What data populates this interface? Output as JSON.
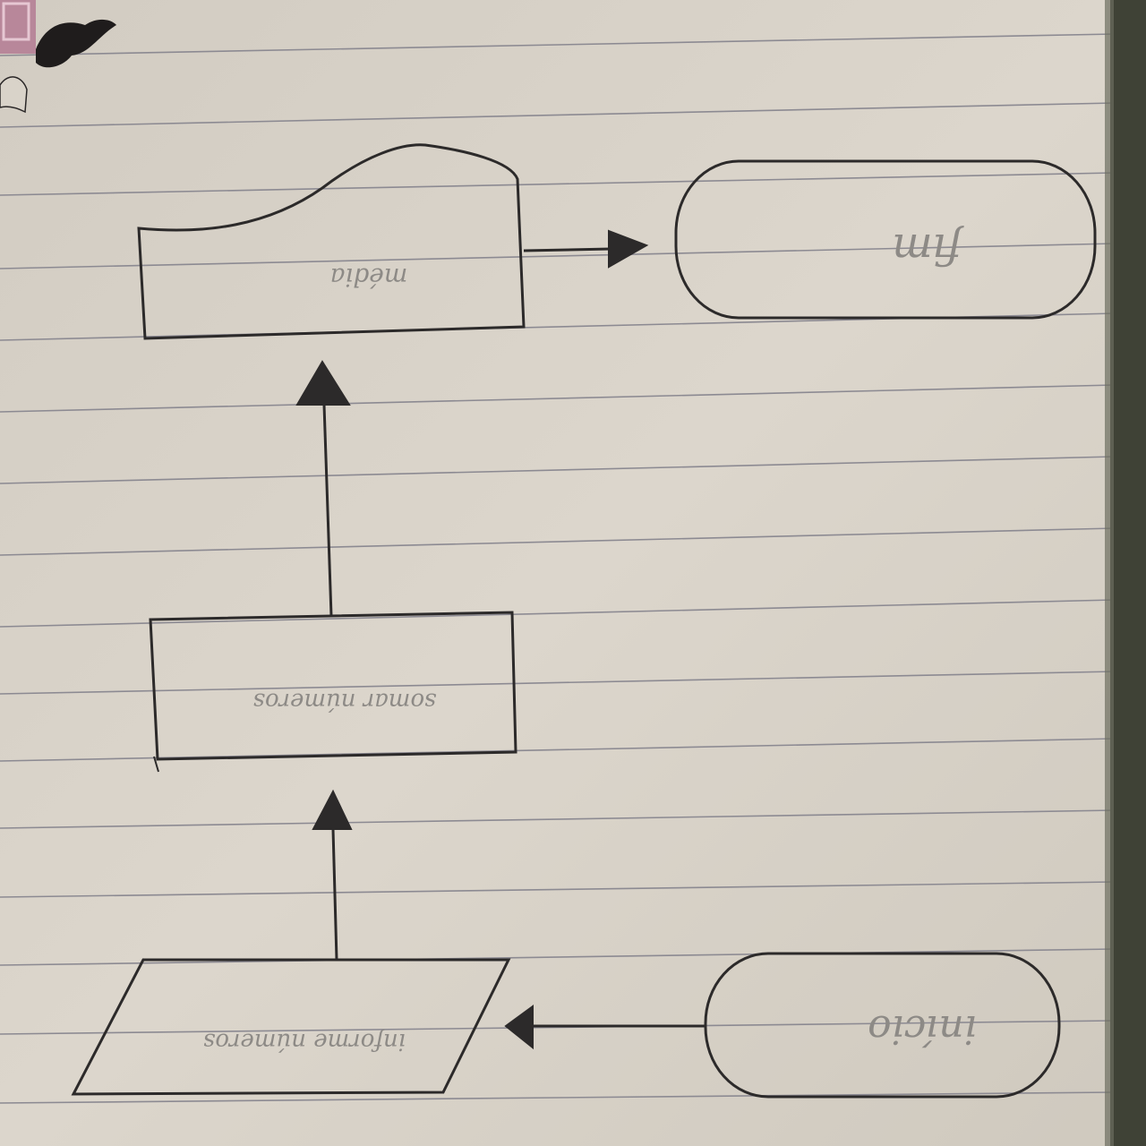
{
  "diagram": {
    "orientation": "photographed upside down",
    "nodes": [
      {
        "id": "fim",
        "shape": "terminator",
        "label": "fim"
      },
      {
        "id": "inicio",
        "shape": "terminator",
        "label": "início"
      },
      {
        "id": "input",
        "shape": "parallelogram",
        "label": "informe números"
      },
      {
        "id": "process",
        "shape": "rectangle",
        "label": "somar números"
      },
      {
        "id": "output",
        "shape": "document",
        "label": "média"
      }
    ],
    "edges": [
      {
        "from": "inicio",
        "to": "input"
      },
      {
        "from": "input",
        "to": "process"
      },
      {
        "from": "process",
        "to": "output"
      },
      {
        "from": "output",
        "to": "fim"
      }
    ]
  },
  "colors": {
    "paper": "#d9d3c9",
    "rule_line": "#8c8a92",
    "ink": "#2c2a2a",
    "pencil_text": "#8d8a86",
    "binding_edge": "#3f4236"
  }
}
